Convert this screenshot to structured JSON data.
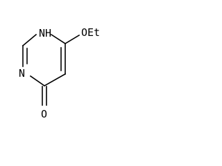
{
  "molecule": {
    "atoms": {
      "n1": {
        "element": "N"
      },
      "h1": {
        "element": "H"
      },
      "n3": {
        "element": "N"
      },
      "o_carbonyl": {
        "element": "O"
      },
      "substituent": {
        "label": "OEt"
      }
    },
    "colors": {
      "bond": "#000000",
      "text": "#000000",
      "background": "#ffffff"
    }
  }
}
